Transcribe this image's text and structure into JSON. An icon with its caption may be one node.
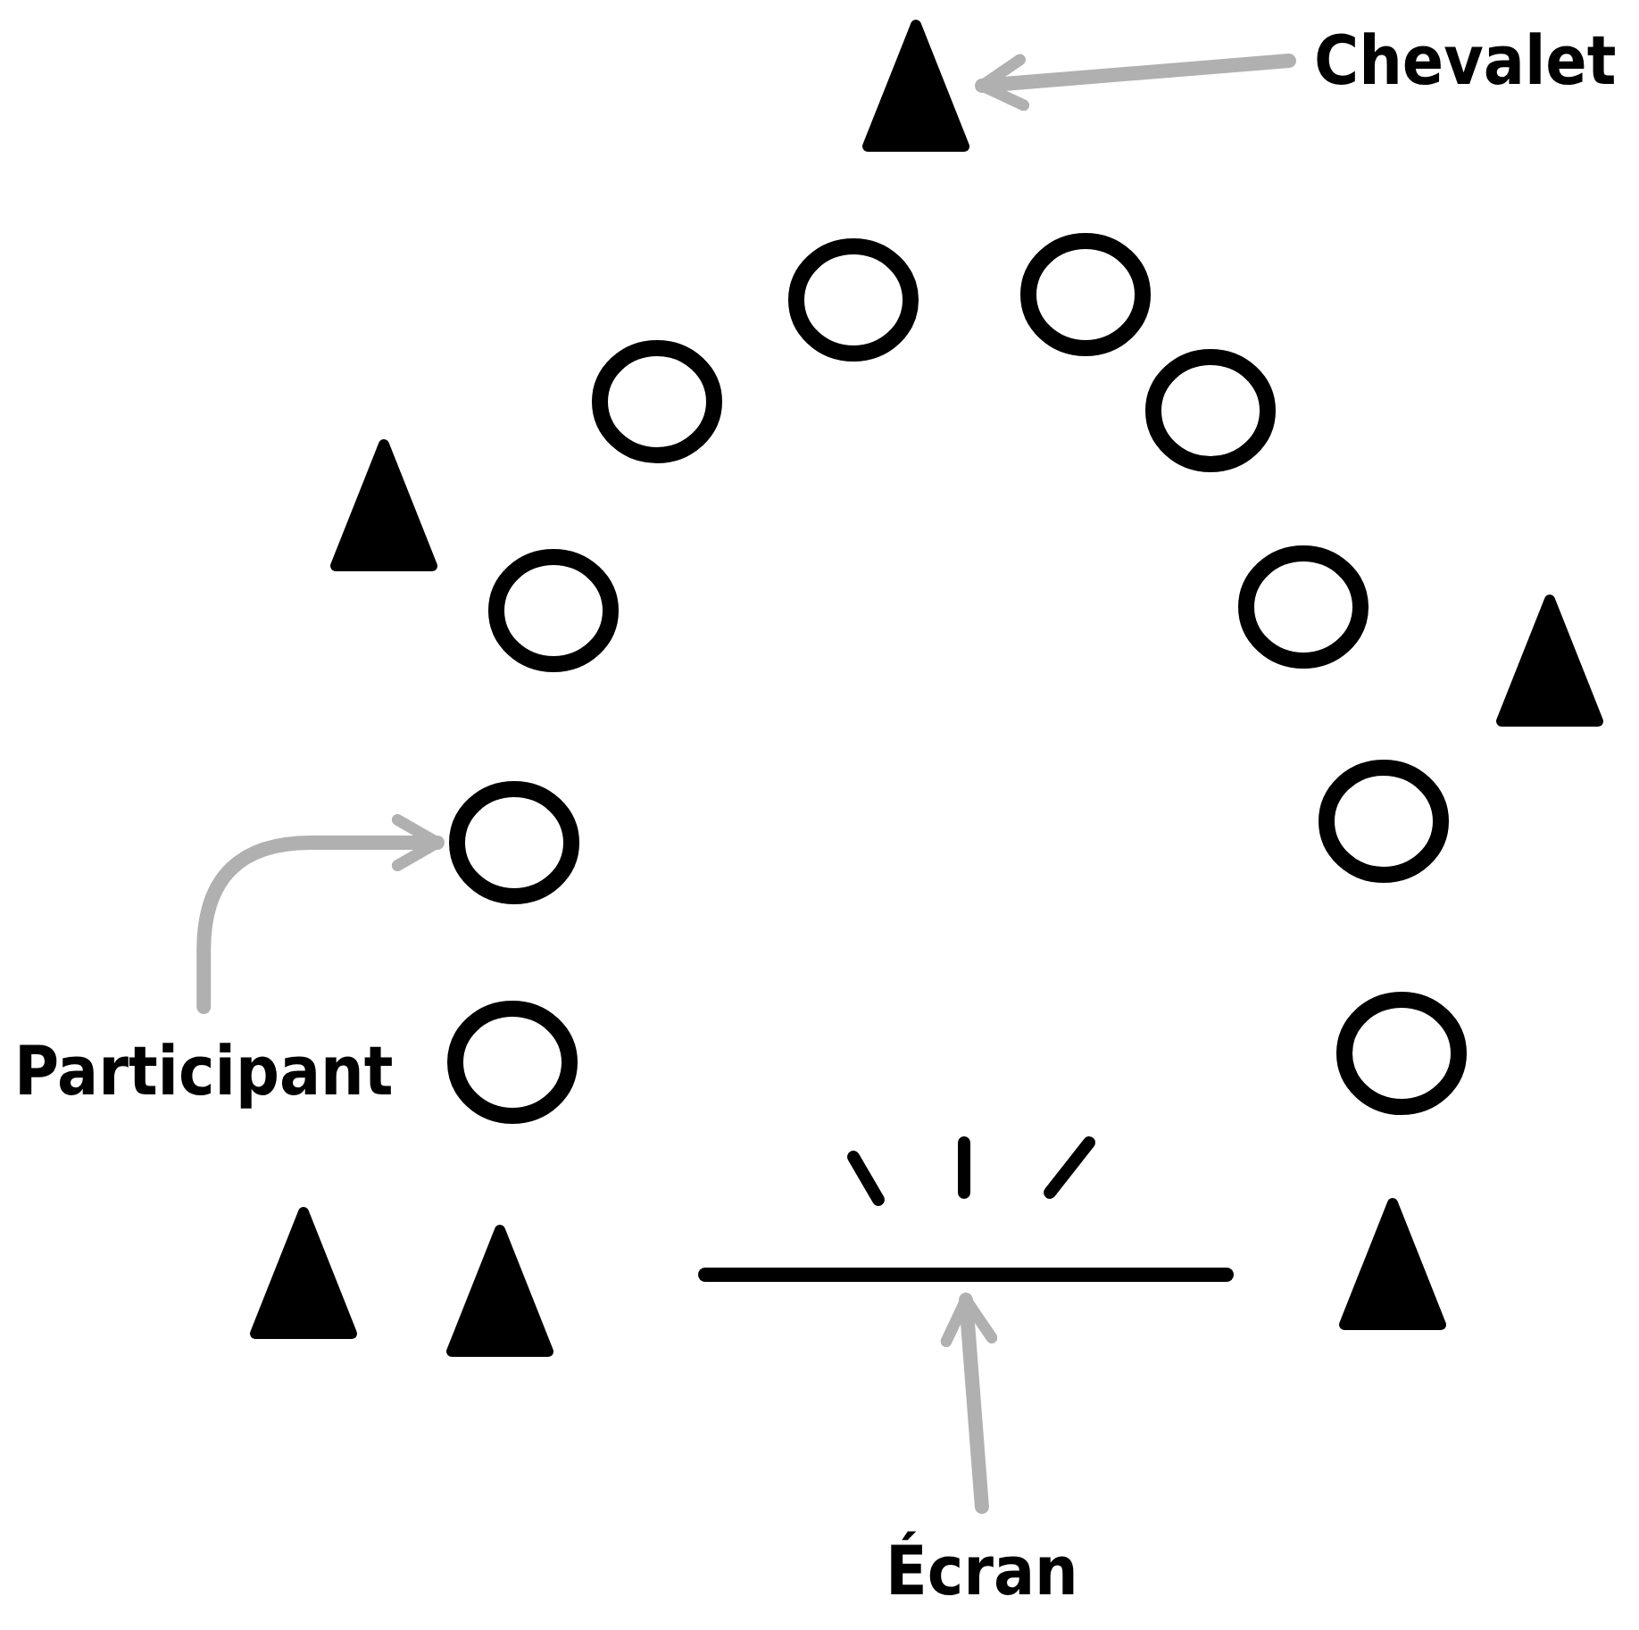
{
  "diagram": {
    "nodes": [
      {
        "text": [
          "Chevalet"
        ]
      },
      {
        "text": [
          "Participant"
        ]
      },
      {
        "text": [
          "Écran"
        ]
      },
      {
        "text": [],
        "shape": "triangle"
      },
      {
        "text": [],
        "shape": "triangle"
      },
      {
        "text": [],
        "shape": "triangle"
      },
      {
        "text": [],
        "shape": "triangle"
      },
      {
        "text": [],
        "shape": "triangle"
      },
      {
        "text": [],
        "shape": "triangle"
      },
      {
        "text": [],
        "shape": "circle"
      },
      {
        "text": [],
        "shape": "circle"
      },
      {
        "text": [],
        "shape": "circle"
      },
      {
        "text": [],
        "shape": "circle"
      },
      {
        "text": [],
        "shape": "circle"
      },
      {
        "text": [],
        "shape": "circle"
      },
      {
        "text": [],
        "shape": "circle"
      },
      {
        "text": [],
        "shape": "circle"
      },
      {
        "text": [],
        "shape": "circle"
      },
      {
        "text": [],
        "shape": "circle"
      },
      {
        "text": [],
        "shape": "bar"
      }
    ],
    "edges": [
      {
        "from": 0,
        "to": 3,
        "arrow": "to"
      },
      {
        "from": 1,
        "to": 16,
        "arrow": "to"
      },
      {
        "from": 2,
        "to": 19,
        "arrow": "to"
      }
    ]
  }
}
